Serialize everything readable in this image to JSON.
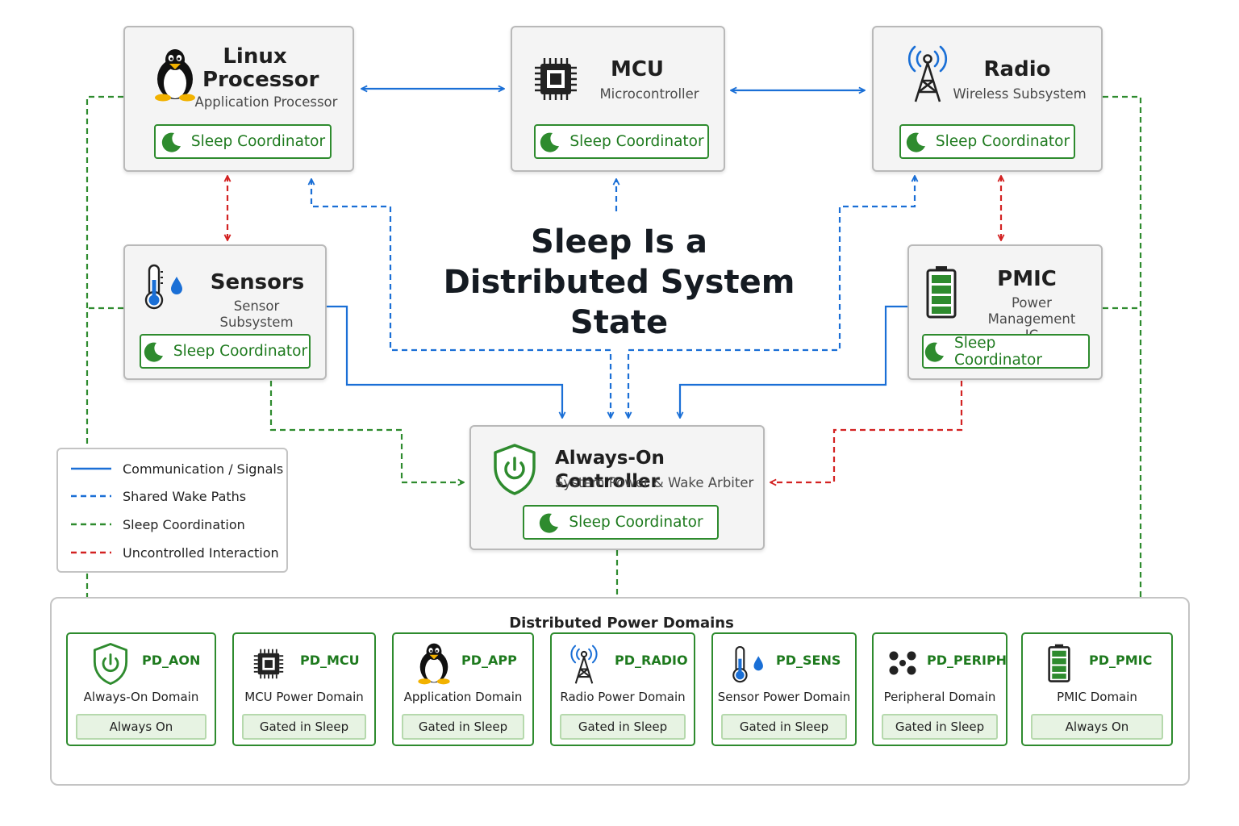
{
  "headline": {
    "line1": "Sleep Is a",
    "line2": "Distributed System State"
  },
  "colors": {
    "communication": "#1a6fd6",
    "wake_paths": "#1a6fd6",
    "sleep_coordination": "#2e8b2e",
    "uncontrolled": "#d32222",
    "node_background": "#f4f4f4",
    "domain_status_background": "#e7f3e3"
  },
  "nodes": {
    "linux": {
      "title_line1": "Linux",
      "title_line2": "Processor",
      "subtitle": "Application Processor",
      "coordinator": "Sleep Coordinator",
      "icon": "linux-penguin-icon"
    },
    "mcu": {
      "title": "MCU",
      "subtitle": "Microcontroller",
      "coordinator": "Sleep Coordinator",
      "icon": "chip-icon"
    },
    "radio": {
      "title": "Radio",
      "subtitle": "Wireless Subsystem",
      "coordinator": "Sleep Coordinator",
      "icon": "radio-tower-icon"
    },
    "sensors": {
      "title": "Sensors",
      "subtitle": "Sensor Subsystem",
      "coordinator": "Sleep Coordinator",
      "icon": "thermometer-icon"
    },
    "pmic": {
      "title": "PMIC",
      "subtitle_line1": "Power Management",
      "subtitle_line2": "IC",
      "coordinator": "Sleep Coordinator",
      "icon": "battery-icon"
    },
    "aon": {
      "title": "Always-On Controller",
      "subtitle": "System Power & Wake Arbiter",
      "coordinator": "Sleep Coordinator",
      "icon": "power-shield-icon"
    }
  },
  "legend": [
    {
      "label": "Communication / Signals",
      "style": "solid",
      "color": "#1a6fd6"
    },
    {
      "label": "Shared Wake Paths",
      "style": "dashed",
      "color": "#1a6fd6"
    },
    {
      "label": "Sleep Coordination",
      "style": "dashed",
      "color": "#2e8b2e"
    },
    {
      "label": "Uncontrolled Interaction",
      "style": "dashed",
      "color": "#d32222"
    }
  ],
  "power_domains": {
    "title": "Distributed Power Domains",
    "items": [
      {
        "id": "PD_AON",
        "name": "Always-On Domain",
        "status": "Always On",
        "icon": "power-shield-icon"
      },
      {
        "id": "PD_MCU",
        "name": "MCU Power Domain",
        "status": "Gated in Sleep",
        "icon": "chip-icon"
      },
      {
        "id": "PD_APP",
        "name": "Application Domain",
        "status": "Gated in Sleep",
        "icon": "linux-penguin-icon"
      },
      {
        "id": "PD_RADIO",
        "name": "Radio Power Domain",
        "status": "Gated in Sleep",
        "icon": "radio-tower-icon"
      },
      {
        "id": "PD_SENS",
        "name": "Sensor Power Domain",
        "status": "Gated in Sleep",
        "icon": "thermometer-icon"
      },
      {
        "id": "PD_PERIPH",
        "name": "Peripheral Domain",
        "status": "Gated in Sleep",
        "icon": "peripheral-dots-icon"
      },
      {
        "id": "PD_PMIC",
        "name": "PMIC Domain",
        "status": "Always On",
        "icon": "battery-icon"
      }
    ]
  }
}
